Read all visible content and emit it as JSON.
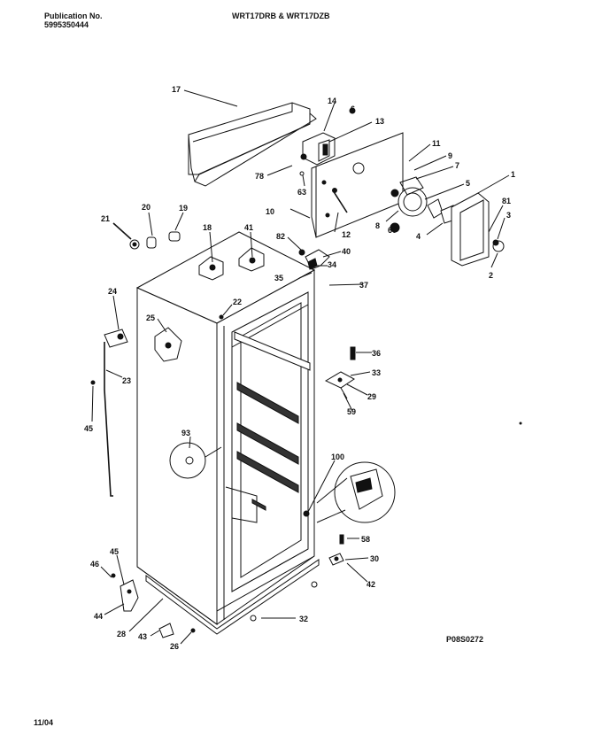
{
  "header": {
    "publication_label": "Publication No.",
    "publication_number": "5995350444",
    "model": "WRT17DRB & WRT17DZB"
  },
  "diagram_code": "P08S0272",
  "footer_date": "11/04",
  "callouts": [
    {
      "key": "c17",
      "label": "17"
    },
    {
      "key": "c14",
      "label": "14"
    },
    {
      "key": "c6",
      "label": "6"
    },
    {
      "key": "c13",
      "label": "13"
    },
    {
      "key": "c78",
      "label": "78"
    },
    {
      "key": "c63",
      "label": "63"
    },
    {
      "key": "c11",
      "label": "11"
    },
    {
      "key": "c9",
      "label": "9"
    },
    {
      "key": "c7",
      "label": "7"
    },
    {
      "key": "c1",
      "label": "1"
    },
    {
      "key": "c5",
      "label": "5"
    },
    {
      "key": "c81",
      "label": "81"
    },
    {
      "key": "c3",
      "label": "3"
    },
    {
      "key": "c10",
      "label": "10"
    },
    {
      "key": "c8",
      "label": "8"
    },
    {
      "key": "c60",
      "label": "60"
    },
    {
      "key": "c4",
      "label": "4"
    },
    {
      "key": "c2",
      "label": "2"
    },
    {
      "key": "c12",
      "label": "12"
    },
    {
      "key": "c21",
      "label": "21"
    },
    {
      "key": "c20",
      "label": "20"
    },
    {
      "key": "c19",
      "label": "19"
    },
    {
      "key": "c18",
      "label": "18"
    },
    {
      "key": "c41",
      "label": "41"
    },
    {
      "key": "c82",
      "label": "82"
    },
    {
      "key": "c40",
      "label": "40"
    },
    {
      "key": "c34",
      "label": "34"
    },
    {
      "key": "c35",
      "label": "35"
    },
    {
      "key": "c37",
      "label": "37"
    },
    {
      "key": "c24",
      "label": "24"
    },
    {
      "key": "c22",
      "label": "22"
    },
    {
      "key": "c25",
      "label": "25"
    },
    {
      "key": "c23",
      "label": "23"
    },
    {
      "key": "c45a",
      "label": "45"
    },
    {
      "key": "c36",
      "label": "36"
    },
    {
      "key": "c33",
      "label": "33"
    },
    {
      "key": "c29",
      "label": "29"
    },
    {
      "key": "c59",
      "label": "59"
    },
    {
      "key": "c93",
      "label": "93"
    },
    {
      "key": "c100",
      "label": "100"
    },
    {
      "key": "c58",
      "label": "58"
    },
    {
      "key": "c30",
      "label": "30"
    },
    {
      "key": "c42",
      "label": "42"
    },
    {
      "key": "c45b",
      "label": "45"
    },
    {
      "key": "c46",
      "label": "46"
    },
    {
      "key": "c44",
      "label": "44"
    },
    {
      "key": "c28",
      "label": "28"
    },
    {
      "key": "c43",
      "label": "43"
    },
    {
      "key": "c26",
      "label": "26"
    },
    {
      "key": "c32",
      "label": "32"
    }
  ]
}
